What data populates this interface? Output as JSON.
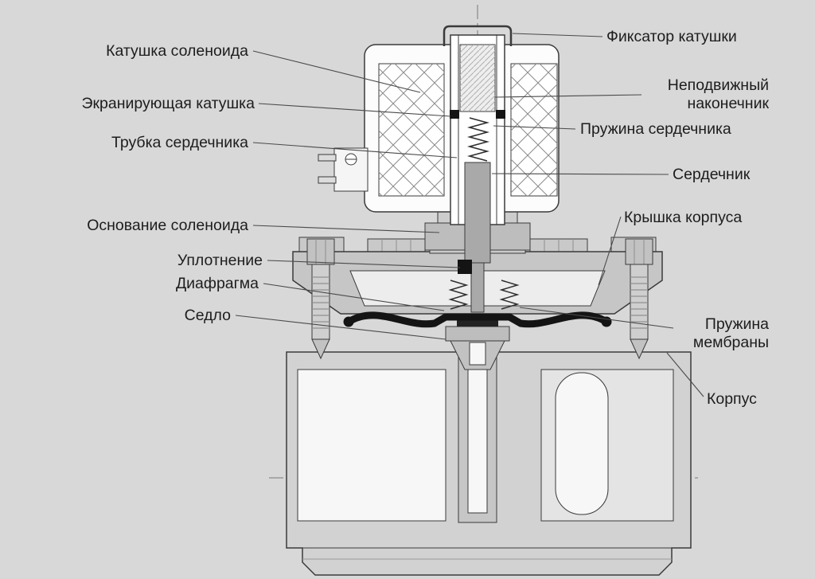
{
  "colors": {
    "background": "#d8d8d8",
    "outline": "#3a3a3a",
    "metal_fill": "#c6c6c6",
    "diaphragm_black": "#141414"
  },
  "labels": {
    "coil": "Катушка соленоида",
    "shield_coil": "Экранирующая катушка",
    "core_tube": "Трубка сердечника",
    "solenoid_base": "Основание соленоида",
    "seal": "Уплотнение",
    "diaphragm": "Диафрагма",
    "seat": "Седло",
    "coil_retainer": "Фиксатор катушки",
    "fixed_tip_line1": "Неподвижный",
    "fixed_tip_line2": "наконечник",
    "core_spring": "Пружина сердечника",
    "core": "Сердечник",
    "body_cover": "Крышка корпуса",
    "membrane_spring_line1": "Пружина",
    "membrane_spring_line2": "мембраны",
    "body": "Корпус"
  }
}
